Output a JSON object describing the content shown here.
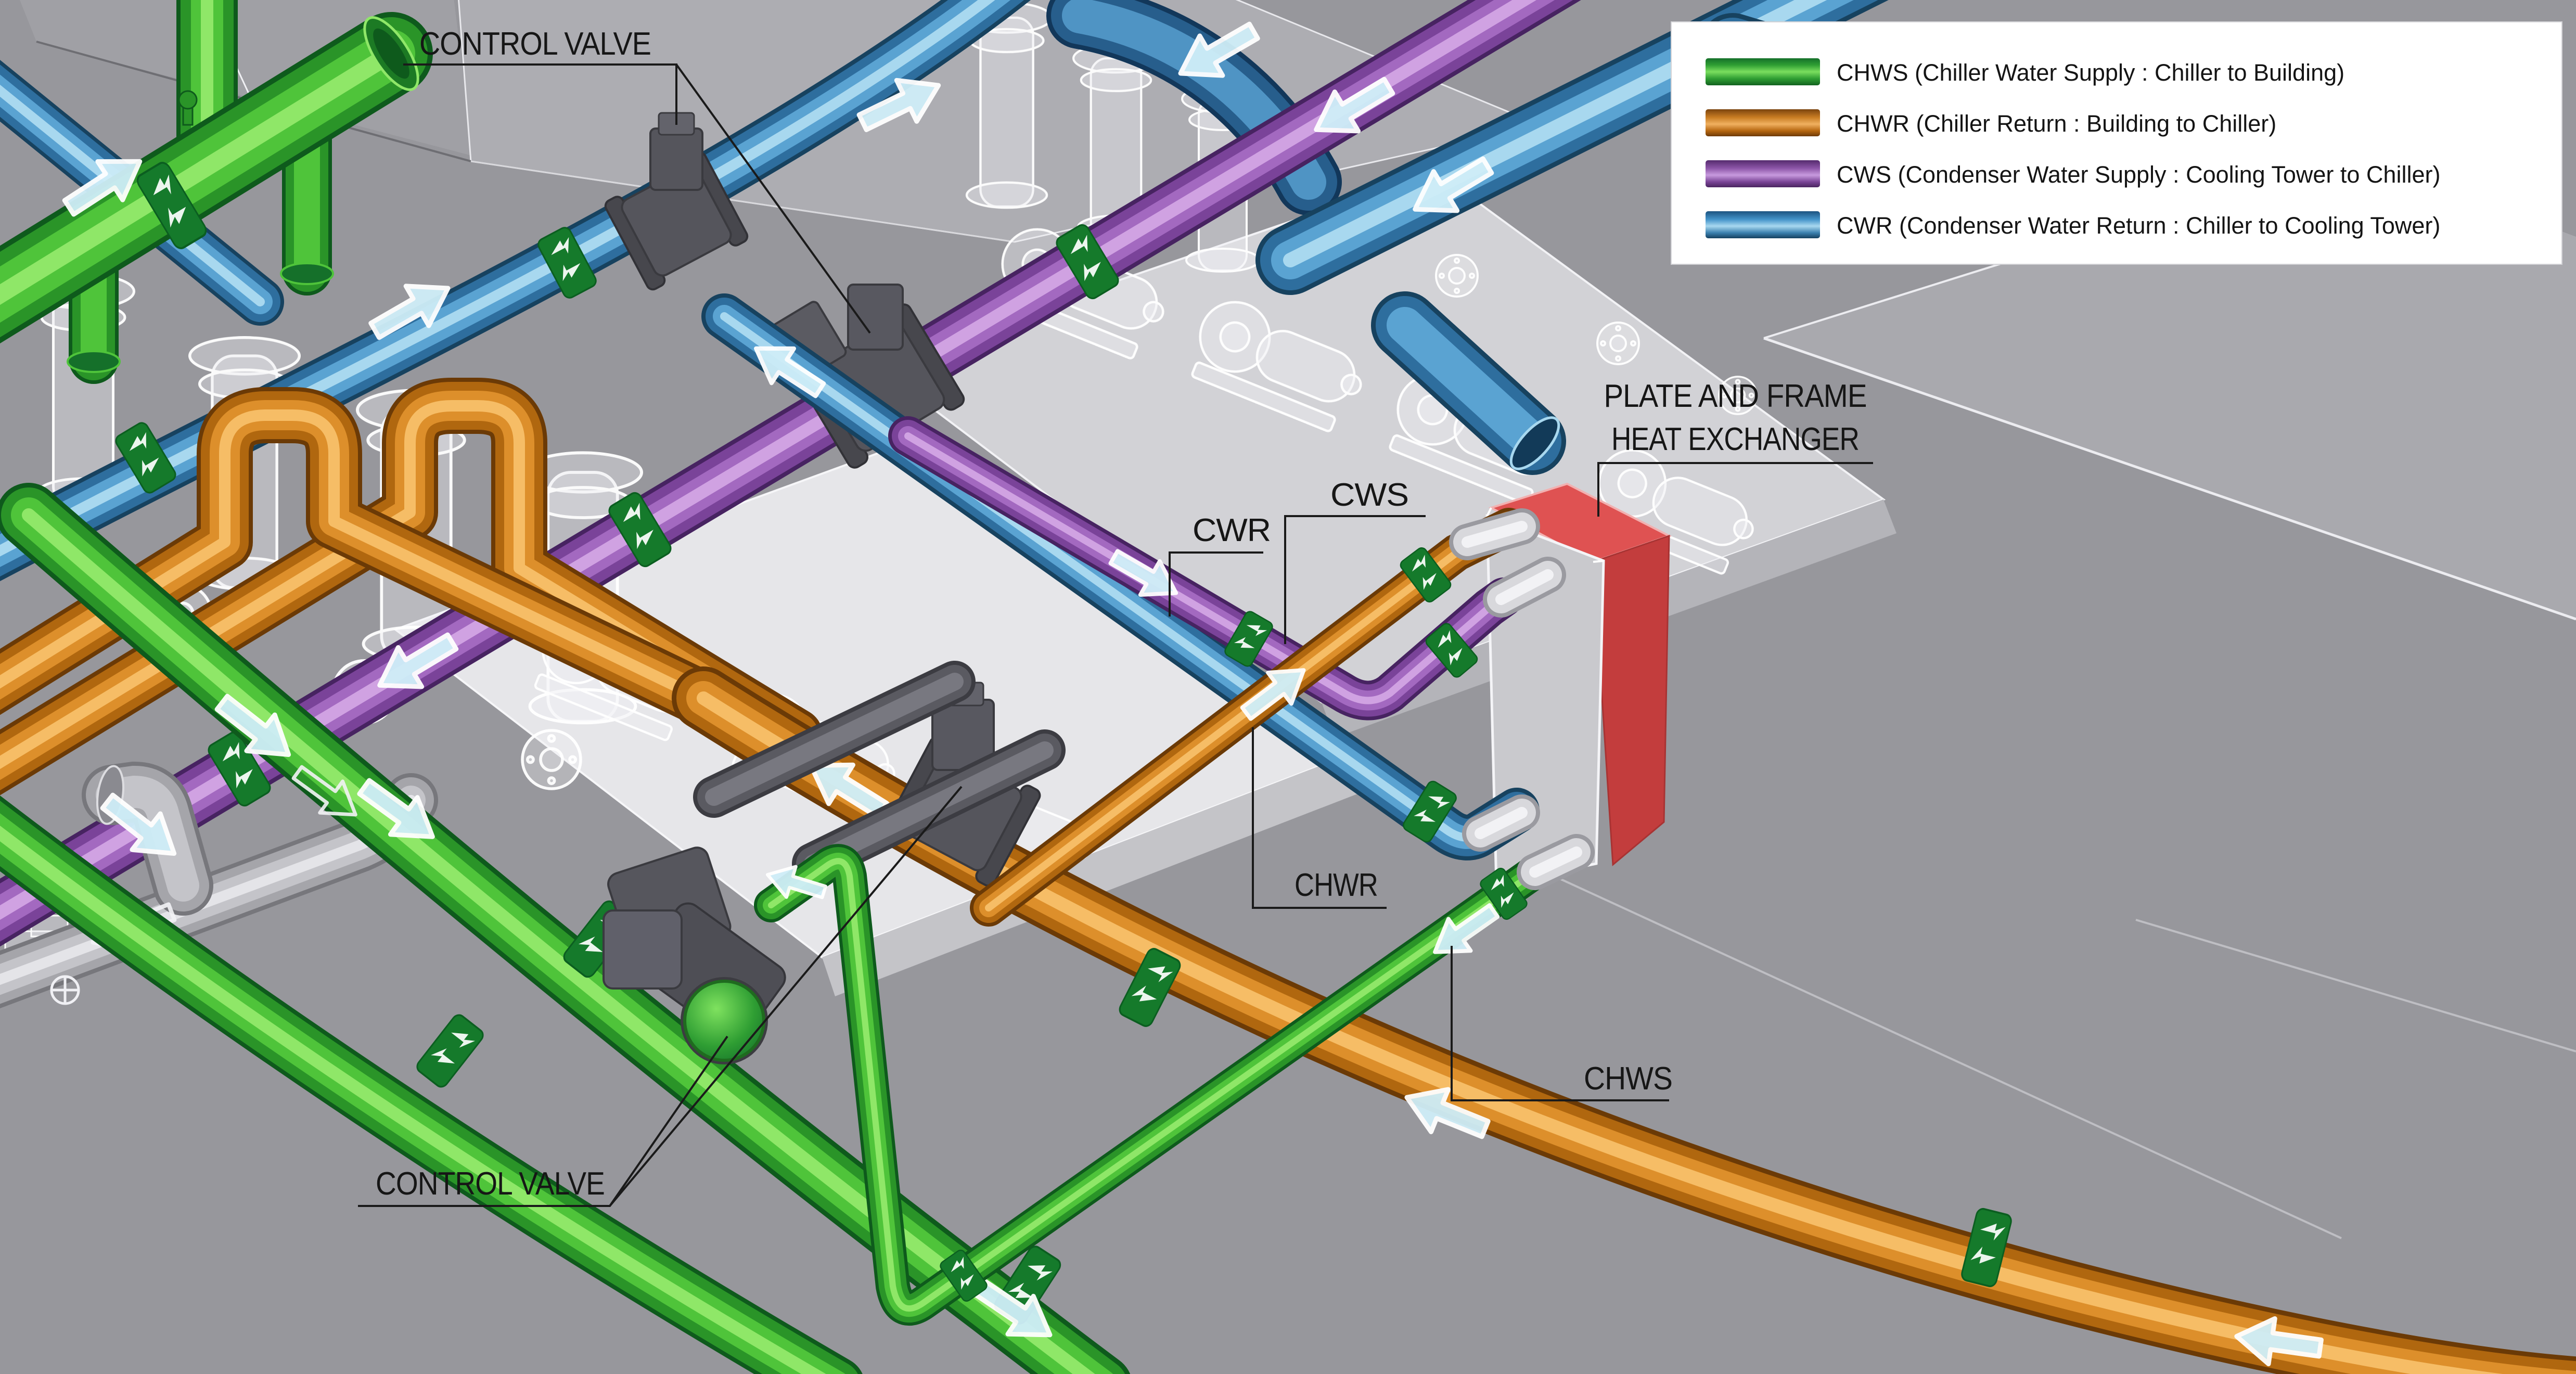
{
  "legend": {
    "items": [
      {
        "id": "chws",
        "label": "CHWS (Chiller Water Supply : Chiller to Building)",
        "color": "#3aa83c"
      },
      {
        "id": "chwr",
        "label": "CHWR (Chiller Return : Building to Chiller)",
        "color": "#c87c22"
      },
      {
        "id": "cws",
        "label": "CWS (Condenser Water Supply : Cooling Tower to Chiller)",
        "color": "#8d56a8"
      },
      {
        "id": "cwr",
        "label": "CWR (Condenser Water Return : Chiller to Cooling Tower)",
        "color": "#4292c8"
      }
    ]
  },
  "callouts": {
    "control_valve_top": "CONTROL VALVE",
    "cws": "CWS",
    "cwr": "CWR",
    "chwr": "CHWR",
    "chws": "CHWS",
    "heat_exchanger_line1": "PLATE AND FRAME",
    "heat_exchanger_line2": "HEAT EXCHANGER",
    "control_valve_bottom": "CONTROL VALVE"
  },
  "colors": {
    "background": "#97979c",
    "chws_green": "#2a9428",
    "chwr_orange": "#c87c22",
    "cws_purple": "#8d56a8",
    "cwr_blue": "#4292c8",
    "heat_exchanger_red": "#cc4444",
    "valve_gray": "#55555c",
    "flow_arrow_cyan": "#cfeef8",
    "flow_band_green": "#157a2b"
  }
}
